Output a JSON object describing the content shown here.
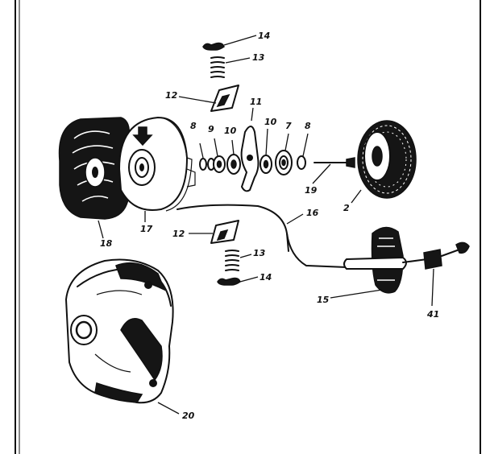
{
  "diagram": {
    "labels": {
      "l14a": "14",
      "l13a": "13",
      "l12a": "12",
      "l11": "11",
      "l8a": "8",
      "l9": "9",
      "l10a": "10",
      "l10b": "10",
      "l7": "7",
      "l8b": "8",
      "l19": "19",
      "l2": "2",
      "l18": "18",
      "l17": "17",
      "l12b": "12",
      "l16": "16",
      "l13b": "13",
      "l14b": "14",
      "l15": "15",
      "l41": "41",
      "l20": "20"
    }
  }
}
